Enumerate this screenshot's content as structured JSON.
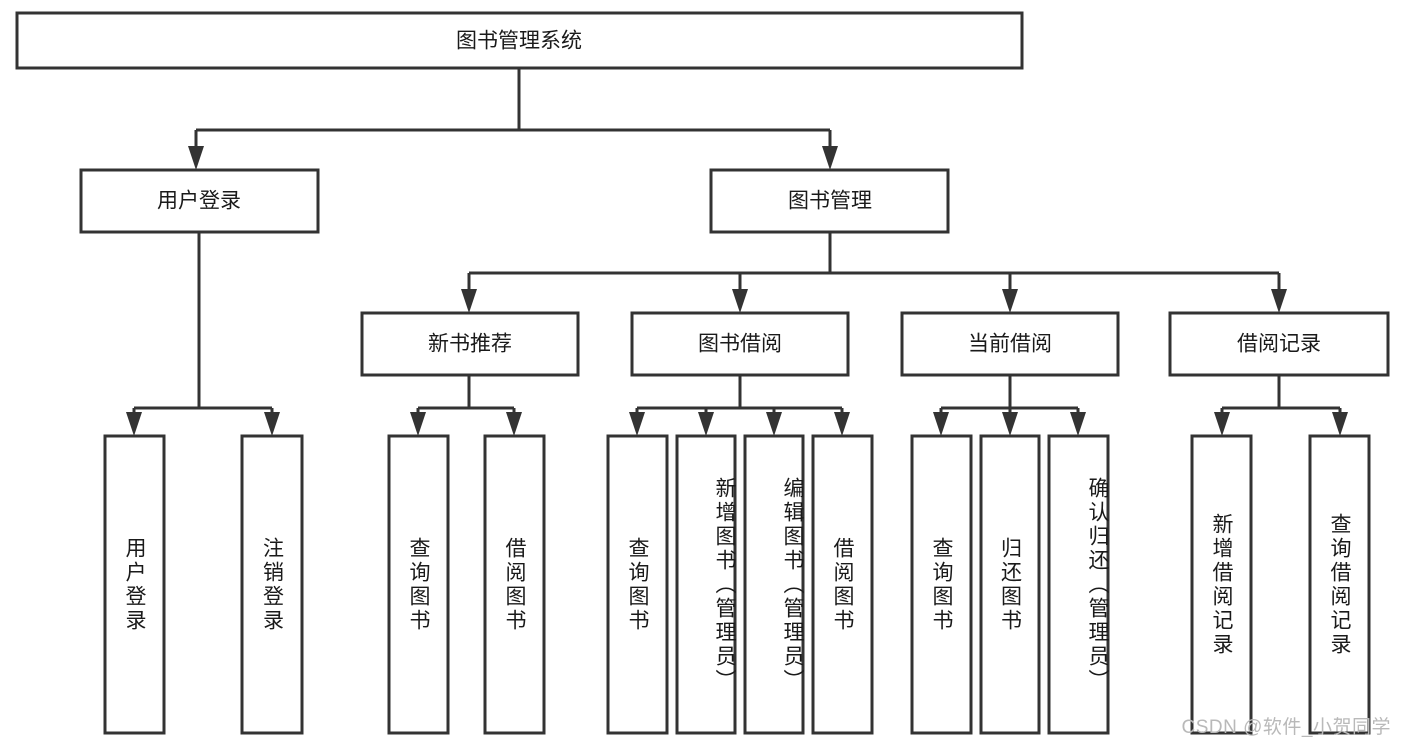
{
  "diagram": {
    "type": "tree-hierarchy",
    "title": "图书管理系统",
    "root": {
      "id": "root",
      "label": "图书管理系统"
    },
    "level2": [
      {
        "id": "user-login",
        "label": "用户登录"
      },
      {
        "id": "book-management",
        "label": "图书管理"
      }
    ],
    "level3": [
      {
        "id": "new-book-recommend",
        "label": "新书推荐",
        "parent": "book-management"
      },
      {
        "id": "book-borrow",
        "label": "图书借阅",
        "parent": "book-management"
      },
      {
        "id": "current-borrow",
        "label": "当前借阅",
        "parent": "book-management"
      },
      {
        "id": "borrow-record",
        "label": "借阅记录",
        "parent": "book-management"
      }
    ],
    "leaves": [
      {
        "id": "leaf-user-login",
        "label": "用户登录",
        "parent": "user-login"
      },
      {
        "id": "leaf-user-logout",
        "label": "注销登录",
        "parent": "user-login"
      },
      {
        "id": "leaf-query-book-1",
        "label": "查询图书",
        "parent": "new-book-recommend"
      },
      {
        "id": "leaf-borrow-book-1",
        "label": "借阅图书",
        "parent": "new-book-recommend"
      },
      {
        "id": "leaf-query-book-2",
        "label": "查询图书",
        "parent": "book-borrow"
      },
      {
        "id": "leaf-add-book",
        "label": "新增图书（管理员）",
        "parent": "book-borrow"
      },
      {
        "id": "leaf-edit-book",
        "label": "编辑图书（管理员）",
        "parent": "book-borrow"
      },
      {
        "id": "leaf-borrow-book-2",
        "label": "借阅图书",
        "parent": "book-borrow"
      },
      {
        "id": "leaf-query-book-3",
        "label": "查询图书",
        "parent": "current-borrow"
      },
      {
        "id": "leaf-return-book",
        "label": "归还图书",
        "parent": "current-borrow"
      },
      {
        "id": "leaf-confirm-return",
        "label": "确认归还（管理员）",
        "parent": "current-borrow"
      },
      {
        "id": "leaf-add-record",
        "label": "新增借阅记录",
        "parent": "borrow-record"
      },
      {
        "id": "leaf-query-record",
        "label": "查询借阅记录",
        "parent": "borrow-record"
      }
    ]
  },
  "watermark": {
    "text": "CSDN @软件_小贺同学"
  },
  "colors": {
    "stroke": "#333333",
    "fill": "#ffffff",
    "text": "#1a1a1a",
    "watermark": "#b9b9b9"
  }
}
